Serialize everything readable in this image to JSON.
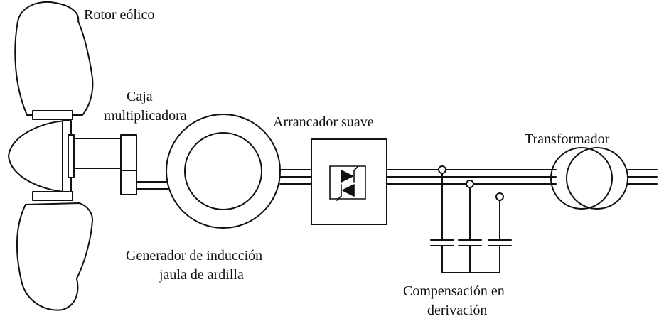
{
  "labels": {
    "rotor": "Rotor eólico",
    "gearbox_line1": "Caja",
    "gearbox_line2": "multiplicadora",
    "soft_starter": "Arrancador suave",
    "transformer": "Transformador",
    "generator_line1": "Generador de inducción",
    "generator_line2": "jaula de ardilla",
    "compensation_line1": "Compensación en",
    "compensation_line2": "derivación"
  },
  "colors": {
    "stroke": "#111111",
    "background": "#ffffff"
  }
}
